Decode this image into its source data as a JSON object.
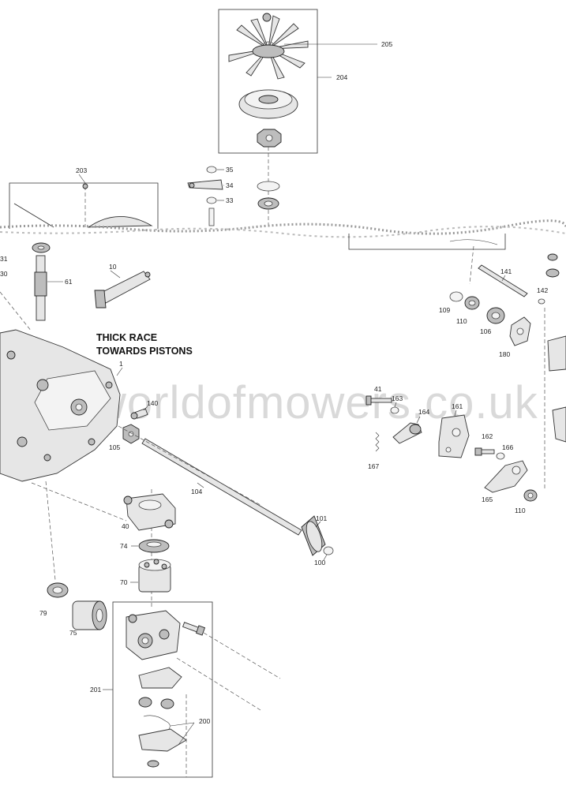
{
  "watermark": "worldofmowers.co.uk",
  "note": {
    "line1": "THICK RACE",
    "line2": "TOWARDS PISTONS"
  },
  "labels": {
    "p205": "205",
    "p204": "204",
    "p203": "203",
    "p35": "35",
    "p34": "34",
    "p33": "33",
    "p31": "31",
    "p30": "30",
    "p61": "61",
    "p10": "10",
    "p141": "141",
    "p142": "142",
    "p109": "109",
    "p110a": "110",
    "p106": "106",
    "p180": "180",
    "p1": "1",
    "p140": "140",
    "p105": "105",
    "p41": "41",
    "p163": "163",
    "p164": "164",
    "p161": "161",
    "p162": "162",
    "p166": "166",
    "p167": "167",
    "p165": "165",
    "p110b": "110",
    "p104": "104",
    "p40": "40",
    "p101": "101",
    "p74": "74",
    "p100": "100",
    "p70": "70",
    "p79": "79",
    "p75": "75",
    "p201": "201",
    "p200": "200"
  }
}
